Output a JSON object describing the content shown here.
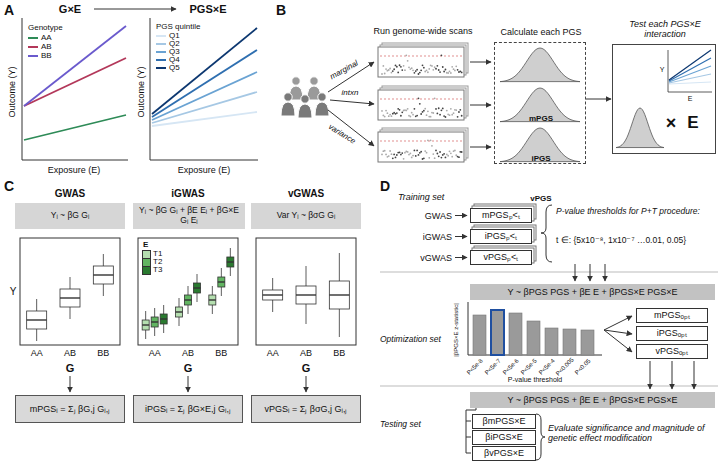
{
  "diagram": {
    "nodes": [
      {
        "text": [
          "Calculate each PGS",
          "mPGS",
          "iPGS",
          "vPGS"
        ]
      },
      {
        "text": [
          "Test each PGS×E interaction"
        ]
      },
      {
        "text": [
          "Yᵢ ~ βG Gᵢ"
        ]
      },
      {
        "text": [
          "Yᵢ ~ βG Gᵢ + βE Eᵢ + βG×E Gᵢ Eᵢ"
        ]
      },
      {
        "text": [
          "Var Yᵢ ~ βσG Gᵢ"
        ]
      },
      {
        "text": [
          "mPGSᵢ = Σⱼ βG,j Gᵢ,ⱼ"
        ]
      },
      {
        "text": [
          "iPGSᵢ = Σⱼ βG×E,j Gᵢ,ⱼ"
        ]
      },
      {
        "text": [
          "vPGSᵢ = Σⱼ βσG,j Gᵢ,ⱼ"
        ]
      },
      {
        "text": [
          "mPGSₚ<ₜ"
        ]
      },
      {
        "text": [
          "iPGSₚ<ₜ"
        ]
      },
      {
        "text": [
          "vPGSₚ<ₜ"
        ]
      },
      {
        "text": [
          "Y ~ βPGS PGS + βE E + βPGS×E PGS×E"
        ]
      },
      {
        "text": [
          "mPGSₒₚₜ"
        ]
      },
      {
        "text": [
          "iPGSₒₚₜ"
        ]
      },
      {
        "text": [
          "vPGSₒₚₜ"
        ]
      },
      {
        "text": [
          "Y ~ βPGS PGS + βE E + βPGS×E PGS×E"
        ]
      },
      {
        "text": [
          "βmPGS×E"
        ]
      },
      {
        "text": [
          "βiPGS×E"
        ]
      },
      {
        "text": [
          "βvPGS×E"
        ]
      }
    ],
    "edges": [
      {
        "from": 0,
        "to": 1,
        "arrow": "to"
      }
    ],
    "labels": [
      "A",
      "G×E",
      "PGS×E",
      "Genotype",
      "Outcome (Y)",
      "Exposure (E)",
      "PGS quintile",
      "Outcome (Y)",
      "Exposure (E)",
      "B",
      "marginal",
      "intxn",
      "variance",
      "Run genome-wide scans",
      "×",
      "E",
      "Y",
      "E",
      "C",
      "GWAS",
      "iGWAS",
      "vGWAS",
      "Y",
      "AA",
      "AB",
      "BB",
      "AA",
      "AB",
      "BB",
      "AA",
      "AB",
      "BB",
      "E",
      "G",
      "G",
      "G",
      "D",
      "Training set",
      "GWAS",
      "iGWAS",
      "vGWAS",
      "P-value thresholds for P+T procedure:",
      "t ∈: {5x10⁻⁸, 1x10⁻⁷ …0.01, 0.05}",
      "Optimization set",
      "|βPGS×E z-statistic|",
      "P<5e-8",
      "P<5e-7",
      "P<5e-6",
      "P<5e-5",
      "P<5e-4",
      "P<0.005",
      "P<0.05",
      "P-value threshold",
      "Testing set",
      "Evaluate significance and magnitude of genetic effect modification"
    ],
    "legend": [
      {
        "text": "AA",
        "color": "#2e8b57"
      },
      {
        "text": "AB",
        "color": "#b3385a"
      },
      {
        "text": "BB",
        "color": "#6a5acd"
      },
      {
        "text": "Q1",
        "color": "#d6e6f4"
      },
      {
        "text": "Q2",
        "color": "#a6c8e4"
      },
      {
        "text": "Q3",
        "color": "#6aa3d3"
      },
      {
        "text": "Q4",
        "color": "#2f6fb0"
      },
      {
        "text": "Q5",
        "color": "#0c3770"
      },
      {
        "text": "T1",
        "color": "#b5dfb0"
      },
      {
        "text": "T2",
        "color": "#62b562"
      },
      {
        "text": "T3",
        "color": "#2a7a30"
      }
    ]
  }
}
